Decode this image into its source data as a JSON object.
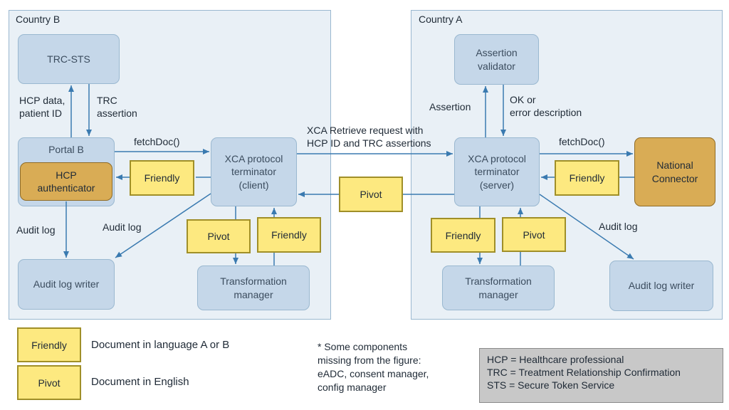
{
  "regions": {
    "country_b": "Country B",
    "country_a": "Country A"
  },
  "components": {
    "trc_sts": "TRC-STS",
    "portal_b": "Portal B",
    "hcp_authenticator": "HCP\nauthenticator",
    "xca_client": "XCA protocol\nterminator\n(client)",
    "audit_writer_b": "Audit log writer",
    "transformation_b": "Transformation\nmanager",
    "assertion_validator": "Assertion\nvalidator",
    "xca_server": "XCA protocol\nterminator\n(server)",
    "national_connector": "National\nConnector",
    "transformation_a": "Transformation\nmanager",
    "audit_writer_a": "Audit log writer"
  },
  "docs": {
    "friendly": "Friendly",
    "pivot": "Pivot"
  },
  "labels": {
    "hcp_data": "HCP data,\npatient ID",
    "trc_assertion": "TRC\nassertion",
    "fetchdoc_b": "fetchDoc()",
    "audit_log_b1": "Audit log",
    "audit_log_b2": "Audit log",
    "xca_request": "XCA Retrieve request with\nHCP ID and TRC assertions",
    "assertion": "Assertion",
    "ok_error": "OK or\nerror description",
    "fetchdoc_a": "fetchDoc()",
    "audit_log_a": "Audit log"
  },
  "legend": {
    "friendly_desc": "Document in language A or B",
    "pivot_desc": "Document in English"
  },
  "footnote": "* Some components\nmissing from the figure:\neADC, consent manager,\nconfig manager",
  "abbreviations": "HCP = Healthcare professional\nTRC = Treatment Relationship Confirmation\nSTS = Secure Token Service",
  "colors": {
    "region_fill": "#e9f0f6",
    "component_fill": "#c5d7e9",
    "document_fill": "#fde980",
    "connector_fill": "#d9ac55",
    "arrow": "#3a7ab0",
    "note_fill": "#c8c8c8"
  }
}
